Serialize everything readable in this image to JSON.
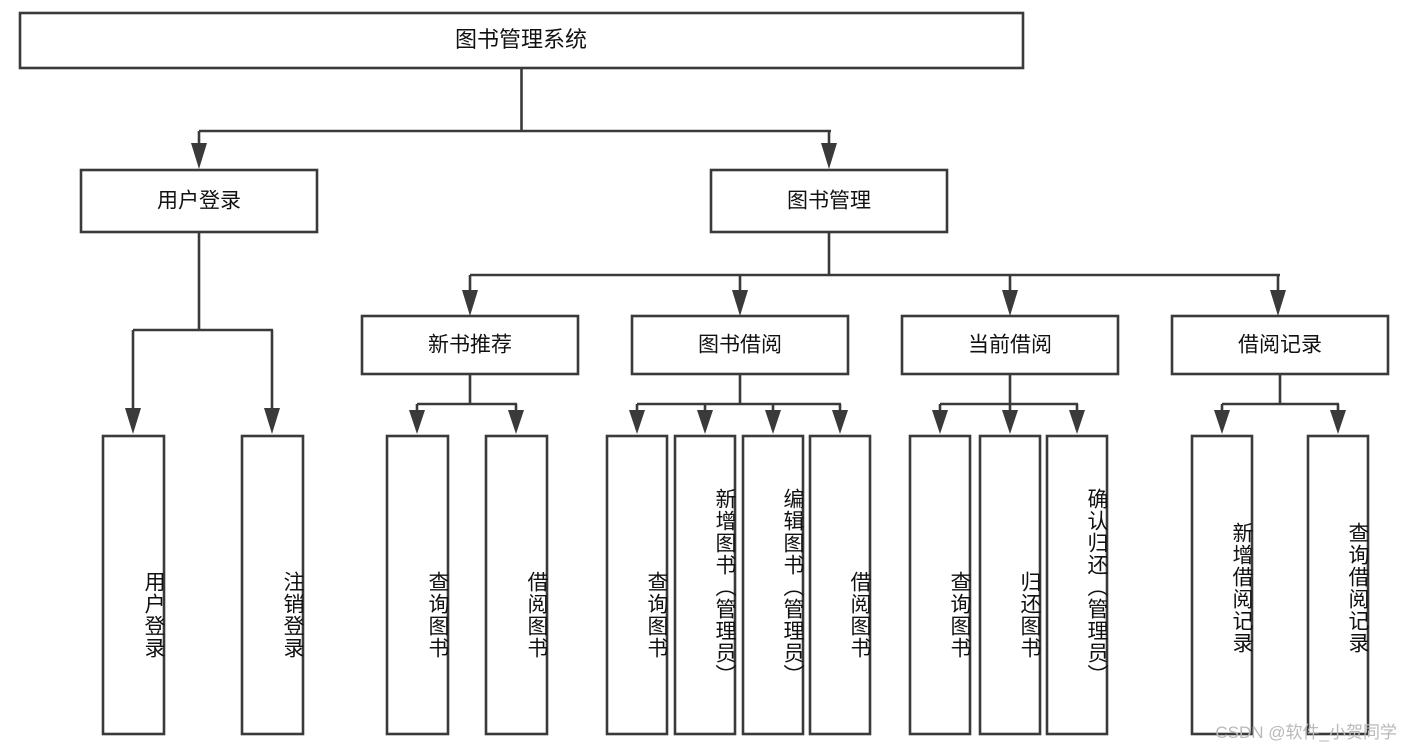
{
  "diagram": {
    "type": "tree",
    "title_node": {
      "id": "root",
      "label": "图书管理系统"
    },
    "level2": [
      {
        "id": "user-login",
        "label": "用户登录"
      },
      {
        "id": "book-manage",
        "label": "图书管理"
      }
    ],
    "level3": [
      {
        "id": "new-book-rec",
        "label": "新书推荐",
        "parent": "book-manage"
      },
      {
        "id": "book-borrow",
        "label": "图书借阅",
        "parent": "book-manage"
      },
      {
        "id": "current-borrow",
        "label": "当前借阅",
        "parent": "book-manage"
      },
      {
        "id": "borrow-record",
        "label": "借阅记录",
        "parent": "book-manage"
      }
    ],
    "leaves": [
      {
        "id": "leaf-user-login",
        "label": "用户登录",
        "parent": "user-login"
      },
      {
        "id": "leaf-logout-login",
        "label": "注销登录",
        "parent": "user-login"
      },
      {
        "id": "leaf-query-book-1",
        "label": "查询图书",
        "parent": "new-book-rec"
      },
      {
        "id": "leaf-borrow-book-1",
        "label": "借阅图书",
        "parent": "new-book-rec"
      },
      {
        "id": "leaf-query-book-2",
        "label": "查询图书",
        "parent": "book-borrow"
      },
      {
        "id": "leaf-add-book",
        "label": "新增图书（管理员）",
        "parent": "book-borrow"
      },
      {
        "id": "leaf-edit-book",
        "label": "编辑图书（管理员）",
        "parent": "book-borrow"
      },
      {
        "id": "leaf-borrow-book-2",
        "label": "借阅图书",
        "parent": "book-borrow"
      },
      {
        "id": "leaf-query-book-3",
        "label": "查询图书",
        "parent": "current-borrow"
      },
      {
        "id": "leaf-return-book",
        "label": "归还图书",
        "parent": "current-borrow"
      },
      {
        "id": "leaf-confirm-return",
        "label": "确认归还（管理员）",
        "parent": "current-borrow"
      },
      {
        "id": "leaf-add-record",
        "label": "新增借阅记录",
        "parent": "borrow-record"
      },
      {
        "id": "leaf-query-record",
        "label": "查询借阅记录",
        "parent": "borrow-record"
      }
    ],
    "colors": {
      "stroke": "#3a3a3a",
      "fill": "#ffffff",
      "text": "#111111",
      "watermark": "#b9b9b9"
    }
  },
  "watermark": {
    "text": "CSDN @软件_小贺同学"
  }
}
